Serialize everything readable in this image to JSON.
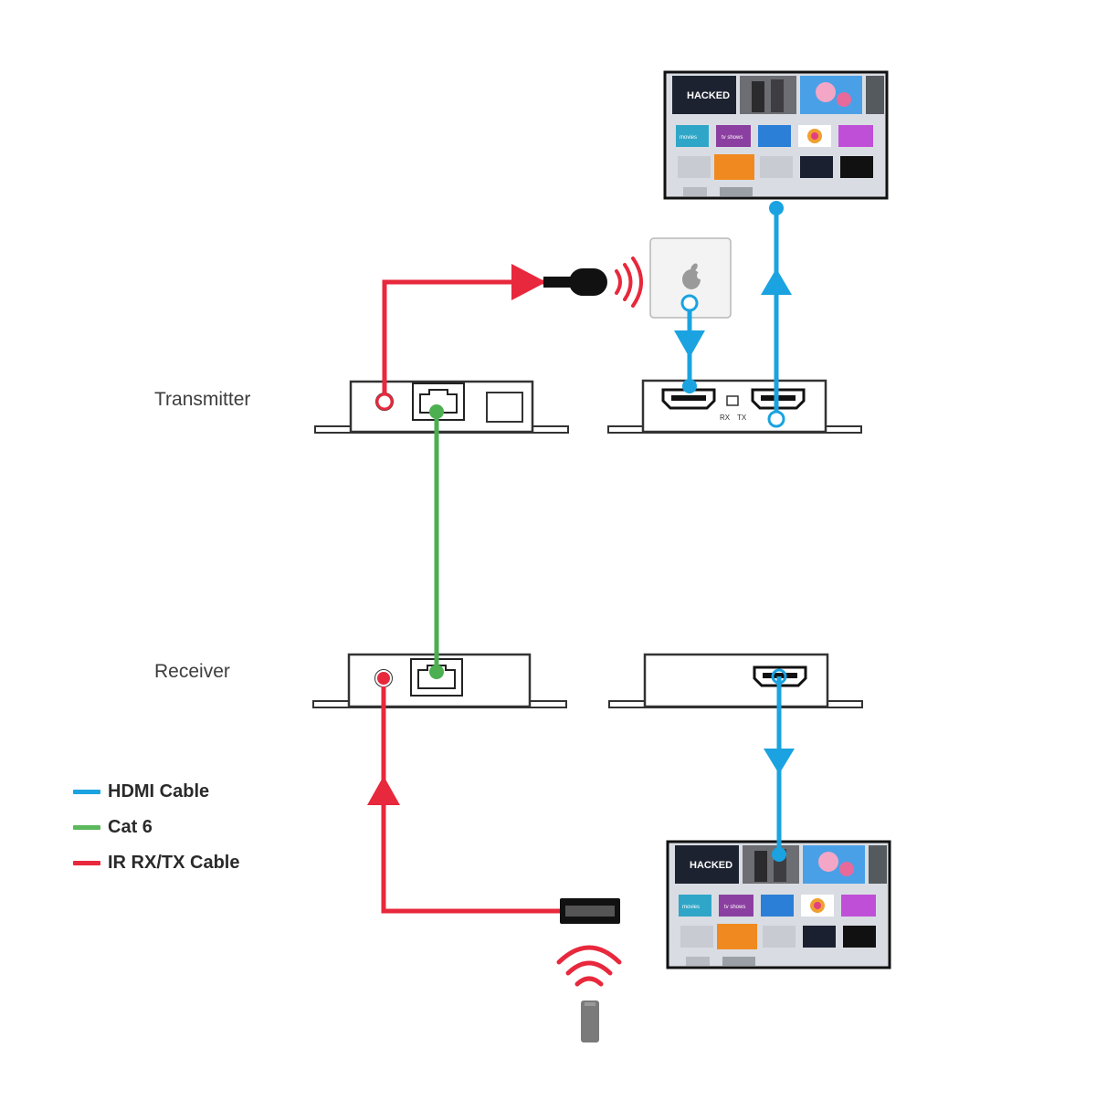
{
  "labels": {
    "transmitter": "Transmitter",
    "receiver": "Receiver",
    "rx": "RX",
    "tx": "TX"
  },
  "legend": [
    {
      "name": "HDMI Cable",
      "color": "#1aa3e0"
    },
    {
      "name": "Cat 6",
      "color": "#5cb85c"
    },
    {
      "name": "IR RX/TX Cable",
      "color": "#e8283c"
    }
  ],
  "tv_screen": {
    "banner": "HACKED",
    "tiles_row1": [
      "movies",
      "tv shows",
      "",
      "",
      ""
    ],
    "tiles_row2": [
      "",
      "",
      "",
      "",
      ""
    ]
  },
  "colors": {
    "hdmi": "#1aa3e0",
    "cat6": "#4caf50",
    "ir": "#e8283c",
    "device_stroke": "#333333"
  }
}
